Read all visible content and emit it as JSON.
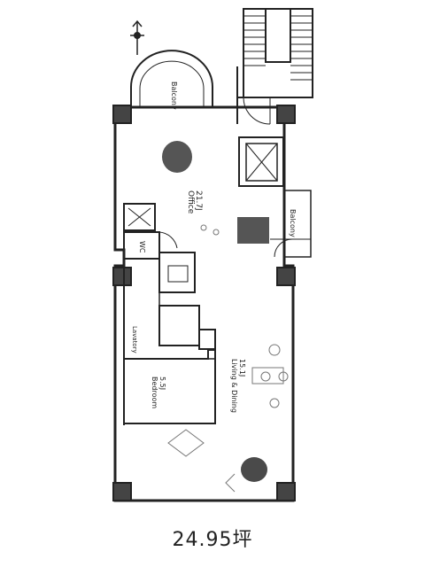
{
  "floor_plan": {
    "area_label": "24.95坪",
    "rooms": [
      {
        "name": "Balcony",
        "size": ""
      },
      {
        "name": "Office",
        "size": "21.7J"
      },
      {
        "name": "Balcony",
        "size": ""
      },
      {
        "name": "WC",
        "size": ""
      },
      {
        "name": "Lavatory",
        "size": ""
      },
      {
        "name": "Bedroom",
        "size": "5.5J"
      },
      {
        "name": "Living & Dining",
        "size": "15.1J"
      }
    ]
  },
  "colors": {
    "line": "#222222",
    "dark_fill": "#2a2a2a",
    "accent_gray": "#777777"
  },
  "icons": [
    "compass-icon",
    "stair-icon",
    "elevator-icon",
    "plant-icon"
  ]
}
